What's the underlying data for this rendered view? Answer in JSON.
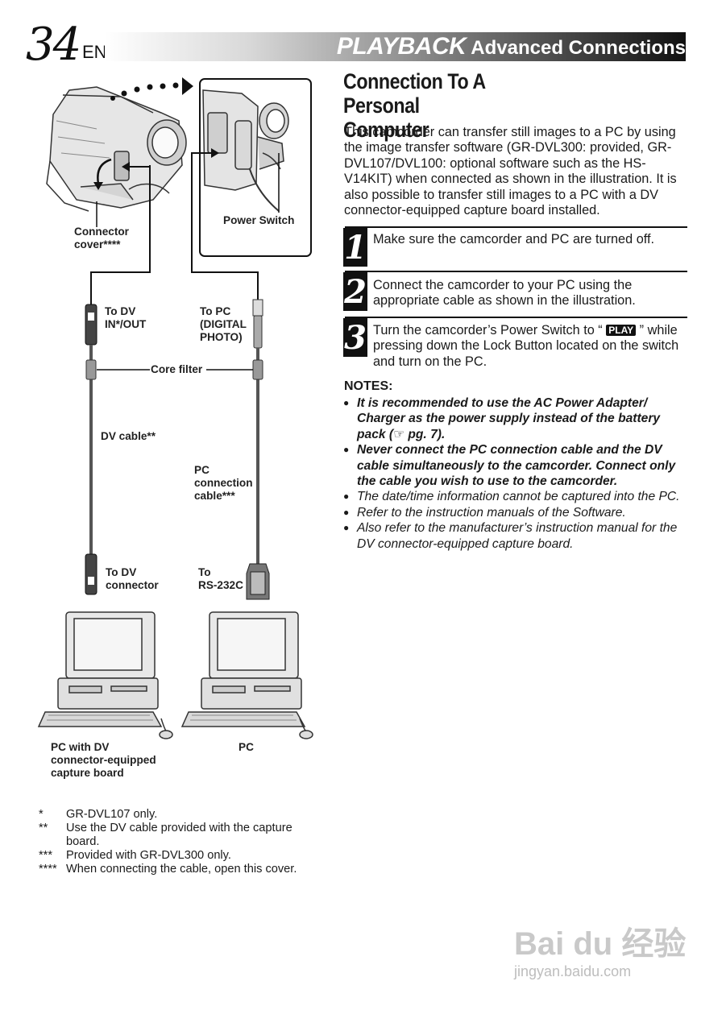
{
  "header": {
    "page_number": "34",
    "lang": "EN",
    "section": "PLAYBACK",
    "subsection": "Advanced Connections"
  },
  "article": {
    "title_line1": "Connection To A Personal",
    "title_line2": "Computer",
    "intro": "This camcorder can transfer still images to a PC by using the image transfer software (GR-DVL300: provided, GR-DVL107/DVL100: optional software such as the HS-V14KIT) when connected as shown in the illustration. It is also possible to transfer still images to a PC with a DV connector-equipped capture board installed."
  },
  "steps": [
    {
      "num": "1",
      "text": "Make sure the camcorder and PC are turned off."
    },
    {
      "num": "2",
      "text": "Connect the camcorder to your PC using the appropriate cable as shown in the illustration."
    },
    {
      "num": "3",
      "text_before": "Turn the camcorder’s Power Switch to “ ",
      "badge": "PLAY",
      "text_after": " ” while pressing down the Lock Button located on the switch and turn on the PC."
    }
  ],
  "notes": {
    "title": "NOTES:",
    "items": [
      "It is recommended to use the AC Power Adapter/ Charger as the power supply instead of the battery pack (☞ pg. 7).",
      "Never connect the PC connection cable and the DV cable simultaneously to the camcorder. Connect only the cable you wish to use to the camcorder.",
      "The date/time information cannot be captured into the PC.",
      "Refer to the instruction manuals of the Software.",
      "Also refer to the manufacturer’s instruction manual for the DV connector-equipped capture board."
    ]
  },
  "diagram": {
    "connector_cover_1": "Connector",
    "connector_cover_2": "cover****",
    "power_switch": "Power Switch",
    "to_dv_inout_1": "To DV",
    "to_dv_inout_2": "IN*/OUT",
    "to_pc_1": "To PC",
    "to_pc_2": "(DIGITAL",
    "to_pc_3": "PHOTO)",
    "core_filter": "Core filter",
    "dv_cable": "DV cable**",
    "pc_cable_1": "PC",
    "pc_cable_2": "connection",
    "pc_cable_3": "cable***",
    "to_dv_connector_1": "To DV",
    "to_dv_connector_2": "connector",
    "to_rs_1": "To",
    "to_rs_2": "RS-232C",
    "pc_dv_1": "PC with DV",
    "pc_dv_2": "connector-equipped",
    "pc_dv_3": "capture board",
    "pc": "PC"
  },
  "footnotes": [
    {
      "mark": "*",
      "text": "GR-DVL107 only."
    },
    {
      "mark": "**",
      "text": "Use the DV cable provided with the capture board."
    },
    {
      "mark": "***",
      "text": "Provided with GR-DVL300 only."
    },
    {
      "mark": "****",
      "text": "When connecting the cable, open this cover."
    }
  ],
  "watermark": {
    "brand": "Bai du 经验",
    "url": "jingyan.baidu.com"
  },
  "icons": [
    "camcorder-illustration",
    "dv-plug-icon",
    "serial-plug-icon",
    "computer-illustration",
    "pointing-hand-icon"
  ]
}
